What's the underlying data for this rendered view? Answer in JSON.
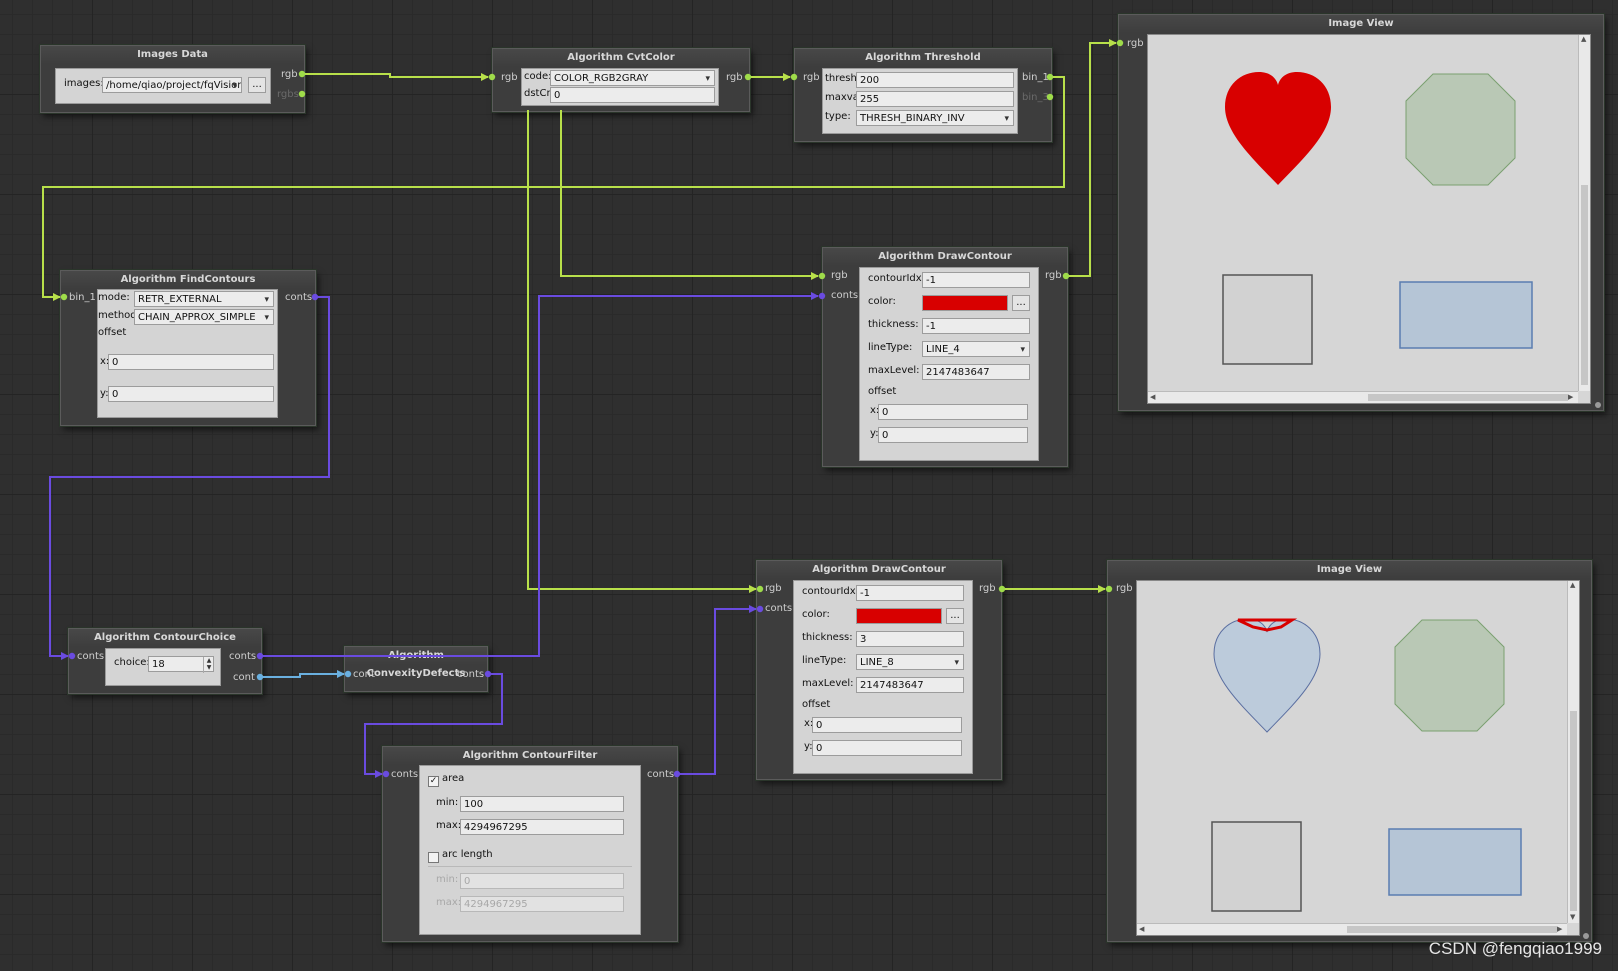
{
  "colors": {
    "rgb_wire": "#b8e04a",
    "contour_wire": "#6a4be0",
    "cont_wire": "#6ab0e0",
    "port_dot": "#9fdc4a",
    "swatch_red": "#d80000"
  },
  "images_data": {
    "title": "Images Data",
    "images_label": "images:",
    "images_value": "/home/qiao/project/fqVision",
    "browse": "...",
    "out_rgb": "rgb",
    "out_rgbs": "rgbs"
  },
  "cvtcolor": {
    "title": "Algorithm CvtColor",
    "in_rgb": "rgb",
    "out_rgb": "rgb",
    "code_label": "code:",
    "code_value": "COLOR_RGB2GRAY",
    "dstcn_label": "dstCn:",
    "dstcn_value": "0"
  },
  "threshold": {
    "title": "Algorithm Threshold",
    "in_rgb": "rgb",
    "out_bin1": "bin_1",
    "out_bin3": "bin_3",
    "thresh_label": "thresh:",
    "thresh_value": "200",
    "maxval_label": "maxval:",
    "maxval_value": "255",
    "type_label": "type:",
    "type_value": "THRESH_BINARY_INV"
  },
  "findcontours": {
    "title": "Algorithm FindContours",
    "in_bin": "bin_1",
    "out_conts": "conts",
    "mode_label": "mode:",
    "mode_value": "RETR_EXTERNAL",
    "method_label": "method:",
    "method_value": "CHAIN_APPROX_SIMPLE",
    "offset_label": "offset",
    "x_label": "x:",
    "x_value": "0",
    "y_label": "y:",
    "y_value": "0"
  },
  "drawcontour1": {
    "title": "Algorithm DrawContour",
    "in_rgb": "rgb",
    "in_conts": "conts",
    "out_rgb": "rgb",
    "idx_label": "contourIdx:",
    "idx_value": "-1",
    "color_label": "color:",
    "color_btn": "...",
    "thickness_label": "thickness:",
    "thickness_value": "-1",
    "linetype_label": "lineType:",
    "linetype_value": "LINE_4",
    "maxlevel_label": "maxLevel:",
    "maxlevel_value": "2147483647",
    "offset_label": "offset",
    "x_label": "x:",
    "x_value": "0",
    "y_label": "y:",
    "y_value": "0"
  },
  "imageview1": {
    "title": "Image View",
    "in_rgb": "rgb"
  },
  "contourchoice": {
    "title": "Algorithm ContourChoice",
    "in_conts": "conts",
    "out_conts": "conts",
    "out_cont": "cont",
    "choice_label": "choice:",
    "choice_value": "18"
  },
  "convexity": {
    "title": "Algorithm ConvexityDefects",
    "in_cont": "cont",
    "out_conts": "conts"
  },
  "contourfilter": {
    "title": "Algorithm ContourFilter",
    "in_conts": "conts",
    "out_conts": "conts",
    "area_label": "area",
    "area_min_label": "min:",
    "area_min_value": "100",
    "area_max_label": "max:",
    "area_max_value": "4294967295",
    "arc_label": "arc length",
    "arc_min_label": "min:",
    "arc_min_value": "0",
    "arc_max_label": "max:",
    "arc_max_value": "4294967295",
    "check_mark": "✓"
  },
  "drawcontour2": {
    "title": "Algorithm DrawContour",
    "in_rgb": "rgb",
    "in_conts": "conts",
    "out_rgb": "rgb",
    "idx_label": "contourIdx:",
    "idx_value": "-1",
    "color_label": "color:",
    "color_btn": "...",
    "thickness_label": "thickness:",
    "thickness_value": "3",
    "linetype_label": "lineType:",
    "linetype_value": "LINE_8",
    "maxlevel_label": "maxLevel:",
    "maxlevel_value": "2147483647",
    "offset_label": "offset",
    "x_label": "x:",
    "x_value": "0",
    "y_label": "y:",
    "y_value": "0"
  },
  "imageview2": {
    "title": "Image View",
    "in_rgb": "rgb"
  },
  "watermark": "CSDN @fengqiao1999"
}
